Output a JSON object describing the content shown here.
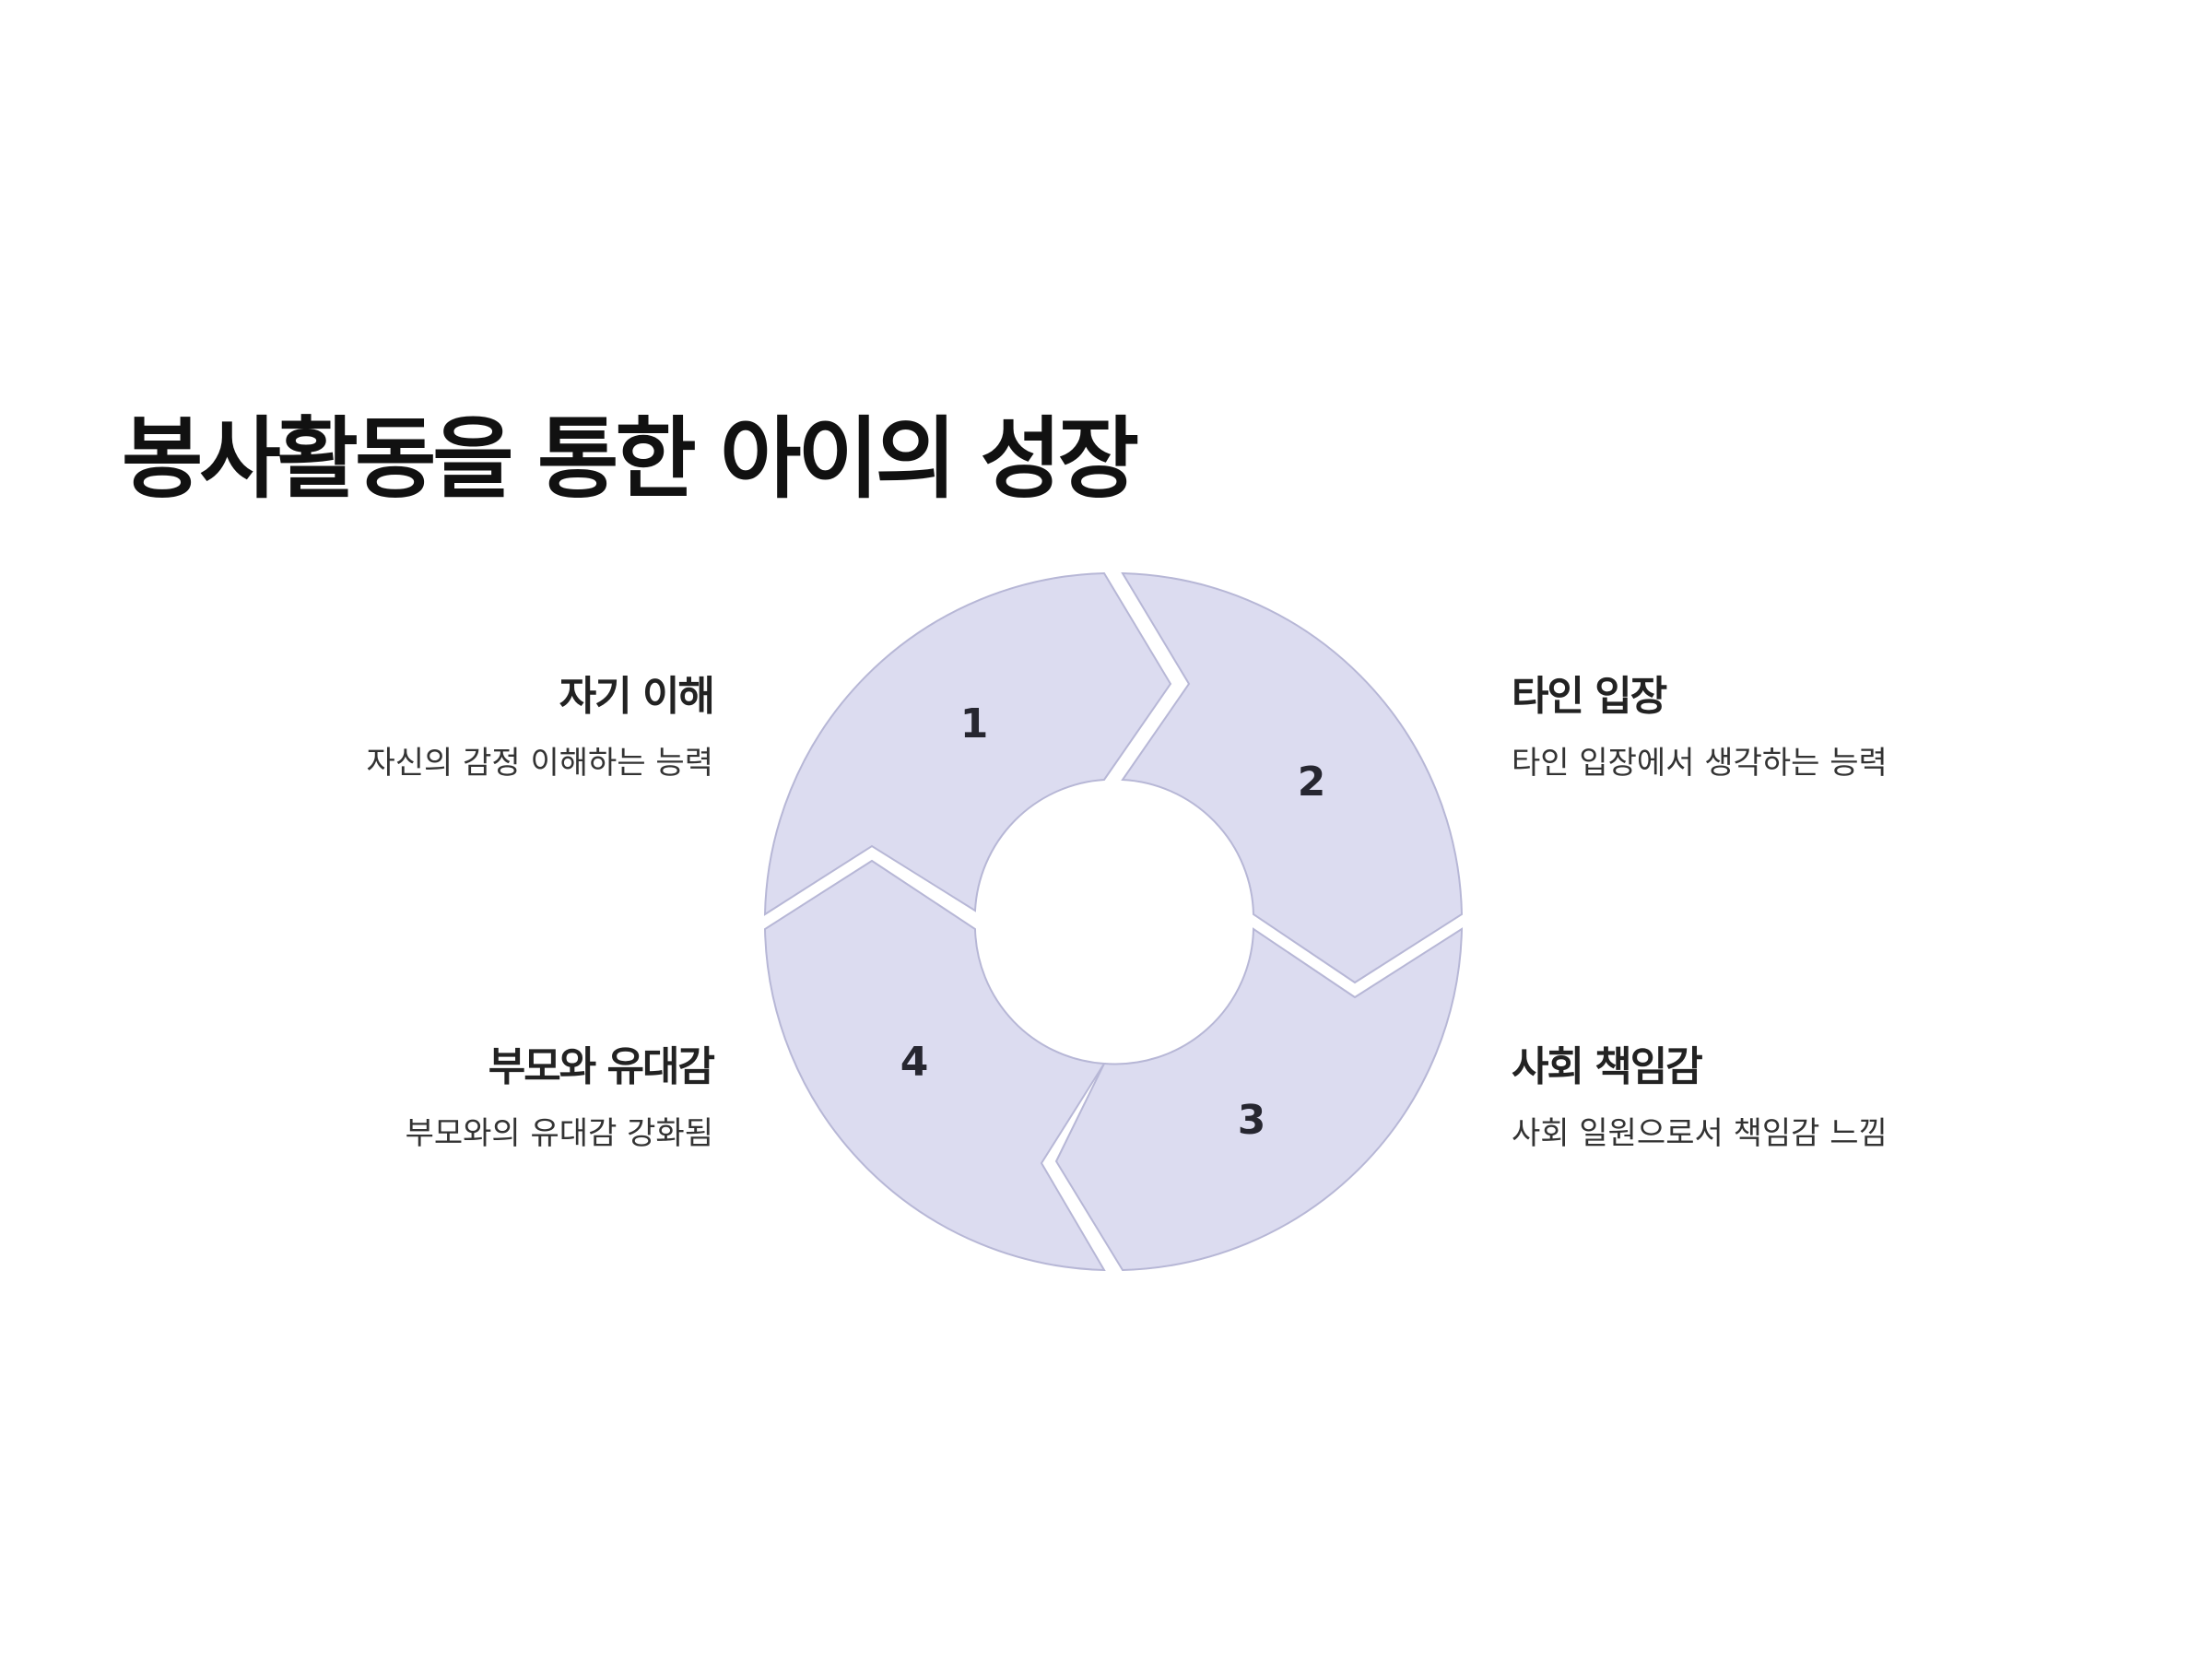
{
  "title": "봉사활동을 통한 아이의 성장",
  "colors": {
    "segment_fill": "#dcdcf0",
    "segment_stroke": "#b7b7d6",
    "text": "#222222"
  },
  "steps": [
    {
      "number": "1",
      "title": "자기 이해",
      "description": "자신의 감정 이해하는 능력"
    },
    {
      "number": "2",
      "title": "타인 입장",
      "description": "타인 입장에서 생각하는 능력"
    },
    {
      "number": "3",
      "title": "사회 책임감",
      "description": "사회 일원으로서 책임감 느낌"
    },
    {
      "number": "4",
      "title": "부모와 유대감",
      "description": "부모와의 유대감 강화됨"
    }
  ]
}
